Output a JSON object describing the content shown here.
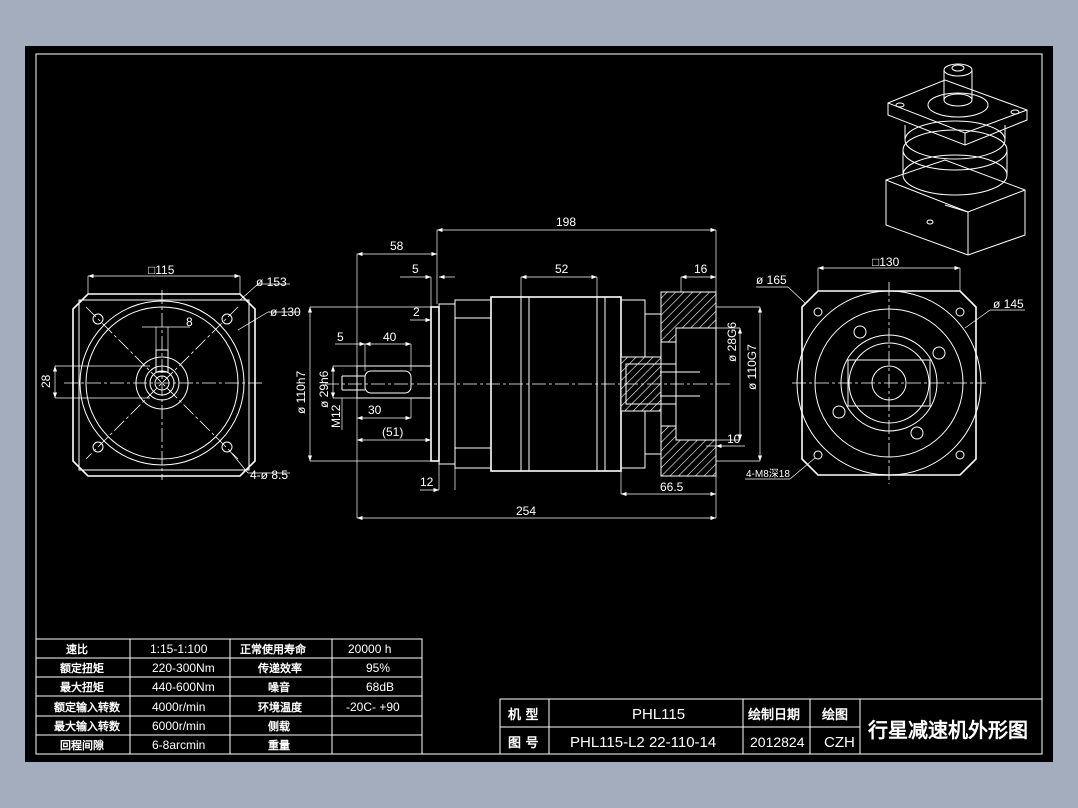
{
  "dimensions": {
    "overall_length": "198",
    "flange_offset": "58",
    "shoulder_5": "5",
    "body_52": "52",
    "flange_16": "16",
    "gap_2": "2",
    "key_5": "5",
    "key_40": "40",
    "shaft_30": "30",
    "shaft_51": "(51)",
    "dia_29h6": "ø 29h6",
    "dia_110h7": "ø 110h7",
    "thread_m12": "M12",
    "dia_28g6": "ø 28G6",
    "dia_110g7": "ø 110G7",
    "width_10": "10",
    "len_12": "12",
    "len_66_5": "66.5",
    "total_254": "254",
    "left_square": "□115",
    "left_pcd_153": "ø 153",
    "left_dia_130": "ø 130",
    "key_width_8": "8",
    "height_28": "28",
    "left_holes": "4-ø 8.5",
    "right_dia_165": "ø 165",
    "right_square": "□130",
    "right_dia_145": "ø 145",
    "right_holes": "4-M8深18"
  },
  "spec_table": {
    "rows": [
      {
        "k1": "速比",
        "v1": "1:15-1:100",
        "k2": "正常使用寿命",
        "v2": "20000  h"
      },
      {
        "k1": "额定扭矩",
        "v1": "220-300Nm",
        "k2": "传递效率",
        "v2": "95%"
      },
      {
        "k1": "最大扭矩",
        "v1": "440-600Nm",
        "k2": "噪音",
        "v2": "68dB"
      },
      {
        "k1": "额定输入转数",
        "v1": "4000r/min",
        "k2": "环境温度",
        "v2": "-20C- +90"
      },
      {
        "k1": "最大输入转数",
        "v1": "6000r/min",
        "k2": "侧载",
        "v2": ""
      },
      {
        "k1": "回程间隙",
        "v1": "6-8arcmin",
        "k2": "重量",
        "v2": ""
      }
    ]
  },
  "title_block": {
    "model_label": "机  型",
    "model_value": "PHL115",
    "drawing_no_label": "图  号",
    "drawing_no_value": "PHL115-L2  22-110-14",
    "date_label": "绘制日期",
    "date_value": "2012824",
    "drawer_label": "绘图",
    "drawer_value": "CZH",
    "title": "行星减速机外形图"
  },
  "colors": {
    "background": "#a3adbd",
    "sheet": "#000000",
    "lines": "#ffffff"
  }
}
